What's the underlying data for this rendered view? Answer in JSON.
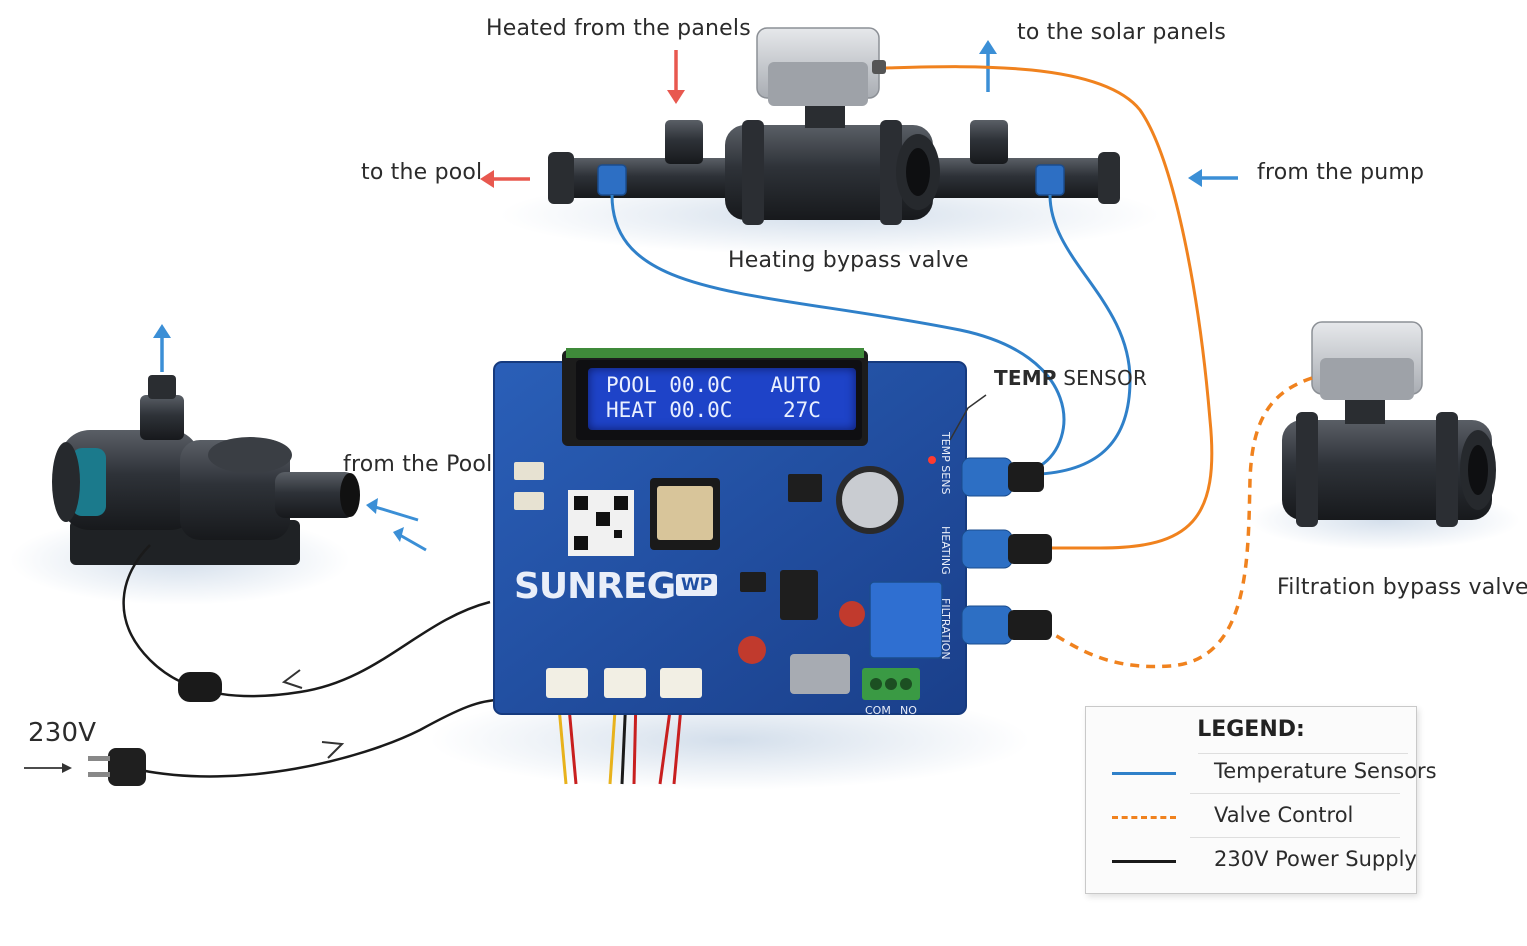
{
  "labels": {
    "heated_from_panels": "Heated from the panels",
    "to_solar_panels": "to the solar panels",
    "to_the_pool": "to the pool",
    "from_the_pump": "from the pump",
    "heating_bypass_valve": "Heating bypass valve",
    "from_the_pool": "from the Pool",
    "temp_sensor_bold": "TEMP",
    "temp_sensor_rest": " SENSOR",
    "filtration_bypass_valve": "Filtration bypass valve",
    "voltage_input": "230V"
  },
  "board": {
    "brand": "SUNREG",
    "brand_badge": "WP",
    "lcd_line1": "POOL 00.0C   AUTO",
    "lcd_line2": "HEAT 00.0C    27C",
    "port_temp": "TEMP SENS",
    "port_heating": "HEATING",
    "port_filtration": "FILTRATION",
    "relay_com": "COM",
    "relay_no": "NO"
  },
  "legend": {
    "title": "LEGEND:",
    "items": [
      {
        "label": "Temperature Sensors",
        "color": "#2f80c9",
        "style": "solid"
      },
      {
        "label": "Valve Control",
        "color": "#f0821e",
        "style": "dashed"
      },
      {
        "label": "230V Power Supply",
        "color": "#1a1a1a",
        "style": "solid"
      }
    ]
  },
  "colors": {
    "sensor_wire": "#2f80c9",
    "valve_wire": "#f0821e",
    "power_wire": "#1a1a1a",
    "hot_arrow": "#e8584f",
    "cold_arrow": "#3b8fd6",
    "pcb": "#1f4fa3"
  }
}
